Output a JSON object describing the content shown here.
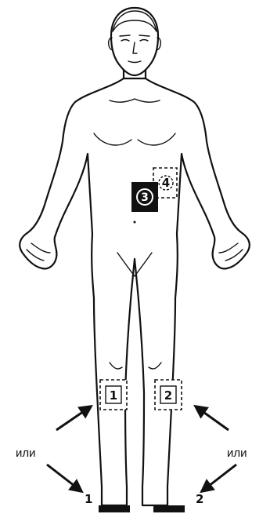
{
  "labels": {
    "or_left": "или",
    "or_right": "или"
  },
  "markers": {
    "pad_1": "1",
    "pad_2": "2",
    "pad_3": "3",
    "pad_4": "4",
    "foot_left": "1",
    "foot_right": "2"
  },
  "colors": {
    "ink": "#111111",
    "paper": "#ffffff"
  }
}
